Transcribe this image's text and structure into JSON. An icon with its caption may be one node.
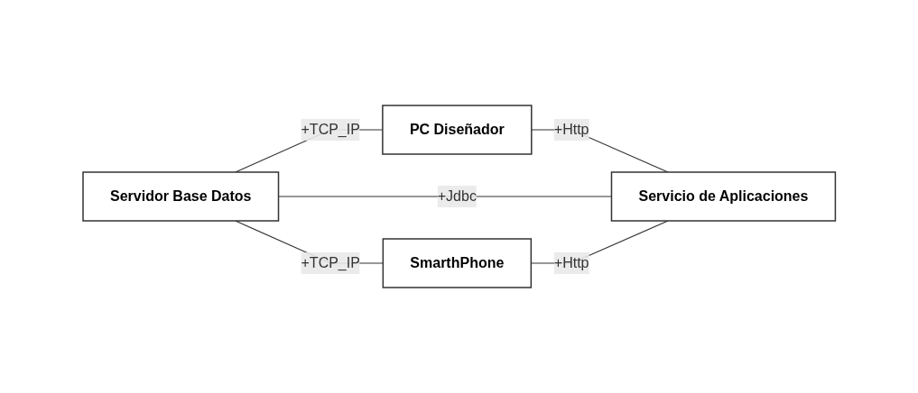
{
  "diagram": {
    "nodes": [
      {
        "text": [
          "PC Diseñador"
        ]
      },
      {
        "text": [
          "Servidor Base Datos"
        ]
      },
      {
        "text": [
          "Servicio de Aplicaciones"
        ]
      },
      {
        "text": [
          "SmarthPhone"
        ]
      }
    ],
    "edges": [
      {
        "from": 1,
        "to": 0,
        "arrow": "none",
        "label": "+TCP_IP"
      },
      {
        "from": 0,
        "to": 2,
        "arrow": "none",
        "label": "+Http"
      },
      {
        "from": 1,
        "to": 2,
        "arrow": "none",
        "label": "+Jdbc"
      },
      {
        "from": 1,
        "to": 3,
        "arrow": "none",
        "label": "+TCP_IP"
      },
      {
        "from": 3,
        "to": 2,
        "arrow": "none",
        "label": "+Http"
      }
    ]
  }
}
